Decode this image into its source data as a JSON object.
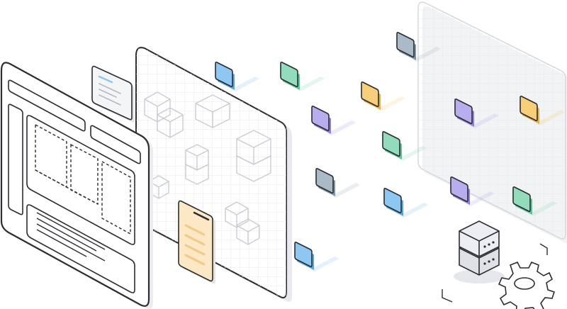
{
  "colors": {
    "outline": "#2b2d33",
    "panel_fill": "#ffffff",
    "grid": "#e6e8ec",
    "shadow": "#e9eaed",
    "blue": "#8ec8f2",
    "teal": "#93dcbb",
    "purple": "#b8aeee",
    "orange": "#f7cf7a",
    "slate": "#aabac6",
    "card_beige": "#fde8c6",
    "server_gray": "#dfe1e6"
  },
  "tiles": [
    {
      "color": "blue"
    },
    {
      "color": "teal"
    },
    {
      "color": "slate"
    },
    {
      "color": "orange"
    },
    {
      "color": "purple"
    },
    {
      "color": "teal"
    },
    {
      "color": "slate"
    },
    {
      "color": "blue"
    },
    {
      "color": "blue"
    },
    {
      "color": "purple"
    },
    {
      "color": "orange"
    },
    {
      "color": "purple"
    },
    {
      "color": "teal"
    }
  ],
  "icons": [
    "wireframe-layout-icon",
    "component-grid-icon",
    "data-cube-icon",
    "server-icon",
    "gear-icon"
  ]
}
